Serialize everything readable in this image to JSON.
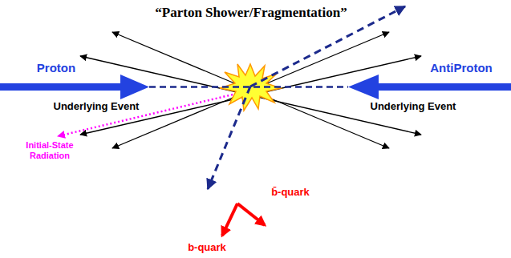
{
  "diagram": {
    "title": "“Parton Shower/Fragmentation”",
    "labels": [
      "Proton",
      "AntiProton",
      "Underlying Event",
      "Underlying Event",
      "Initial-State Radiation",
      "b-quark",
      "b̄-quark"
    ]
  }
}
